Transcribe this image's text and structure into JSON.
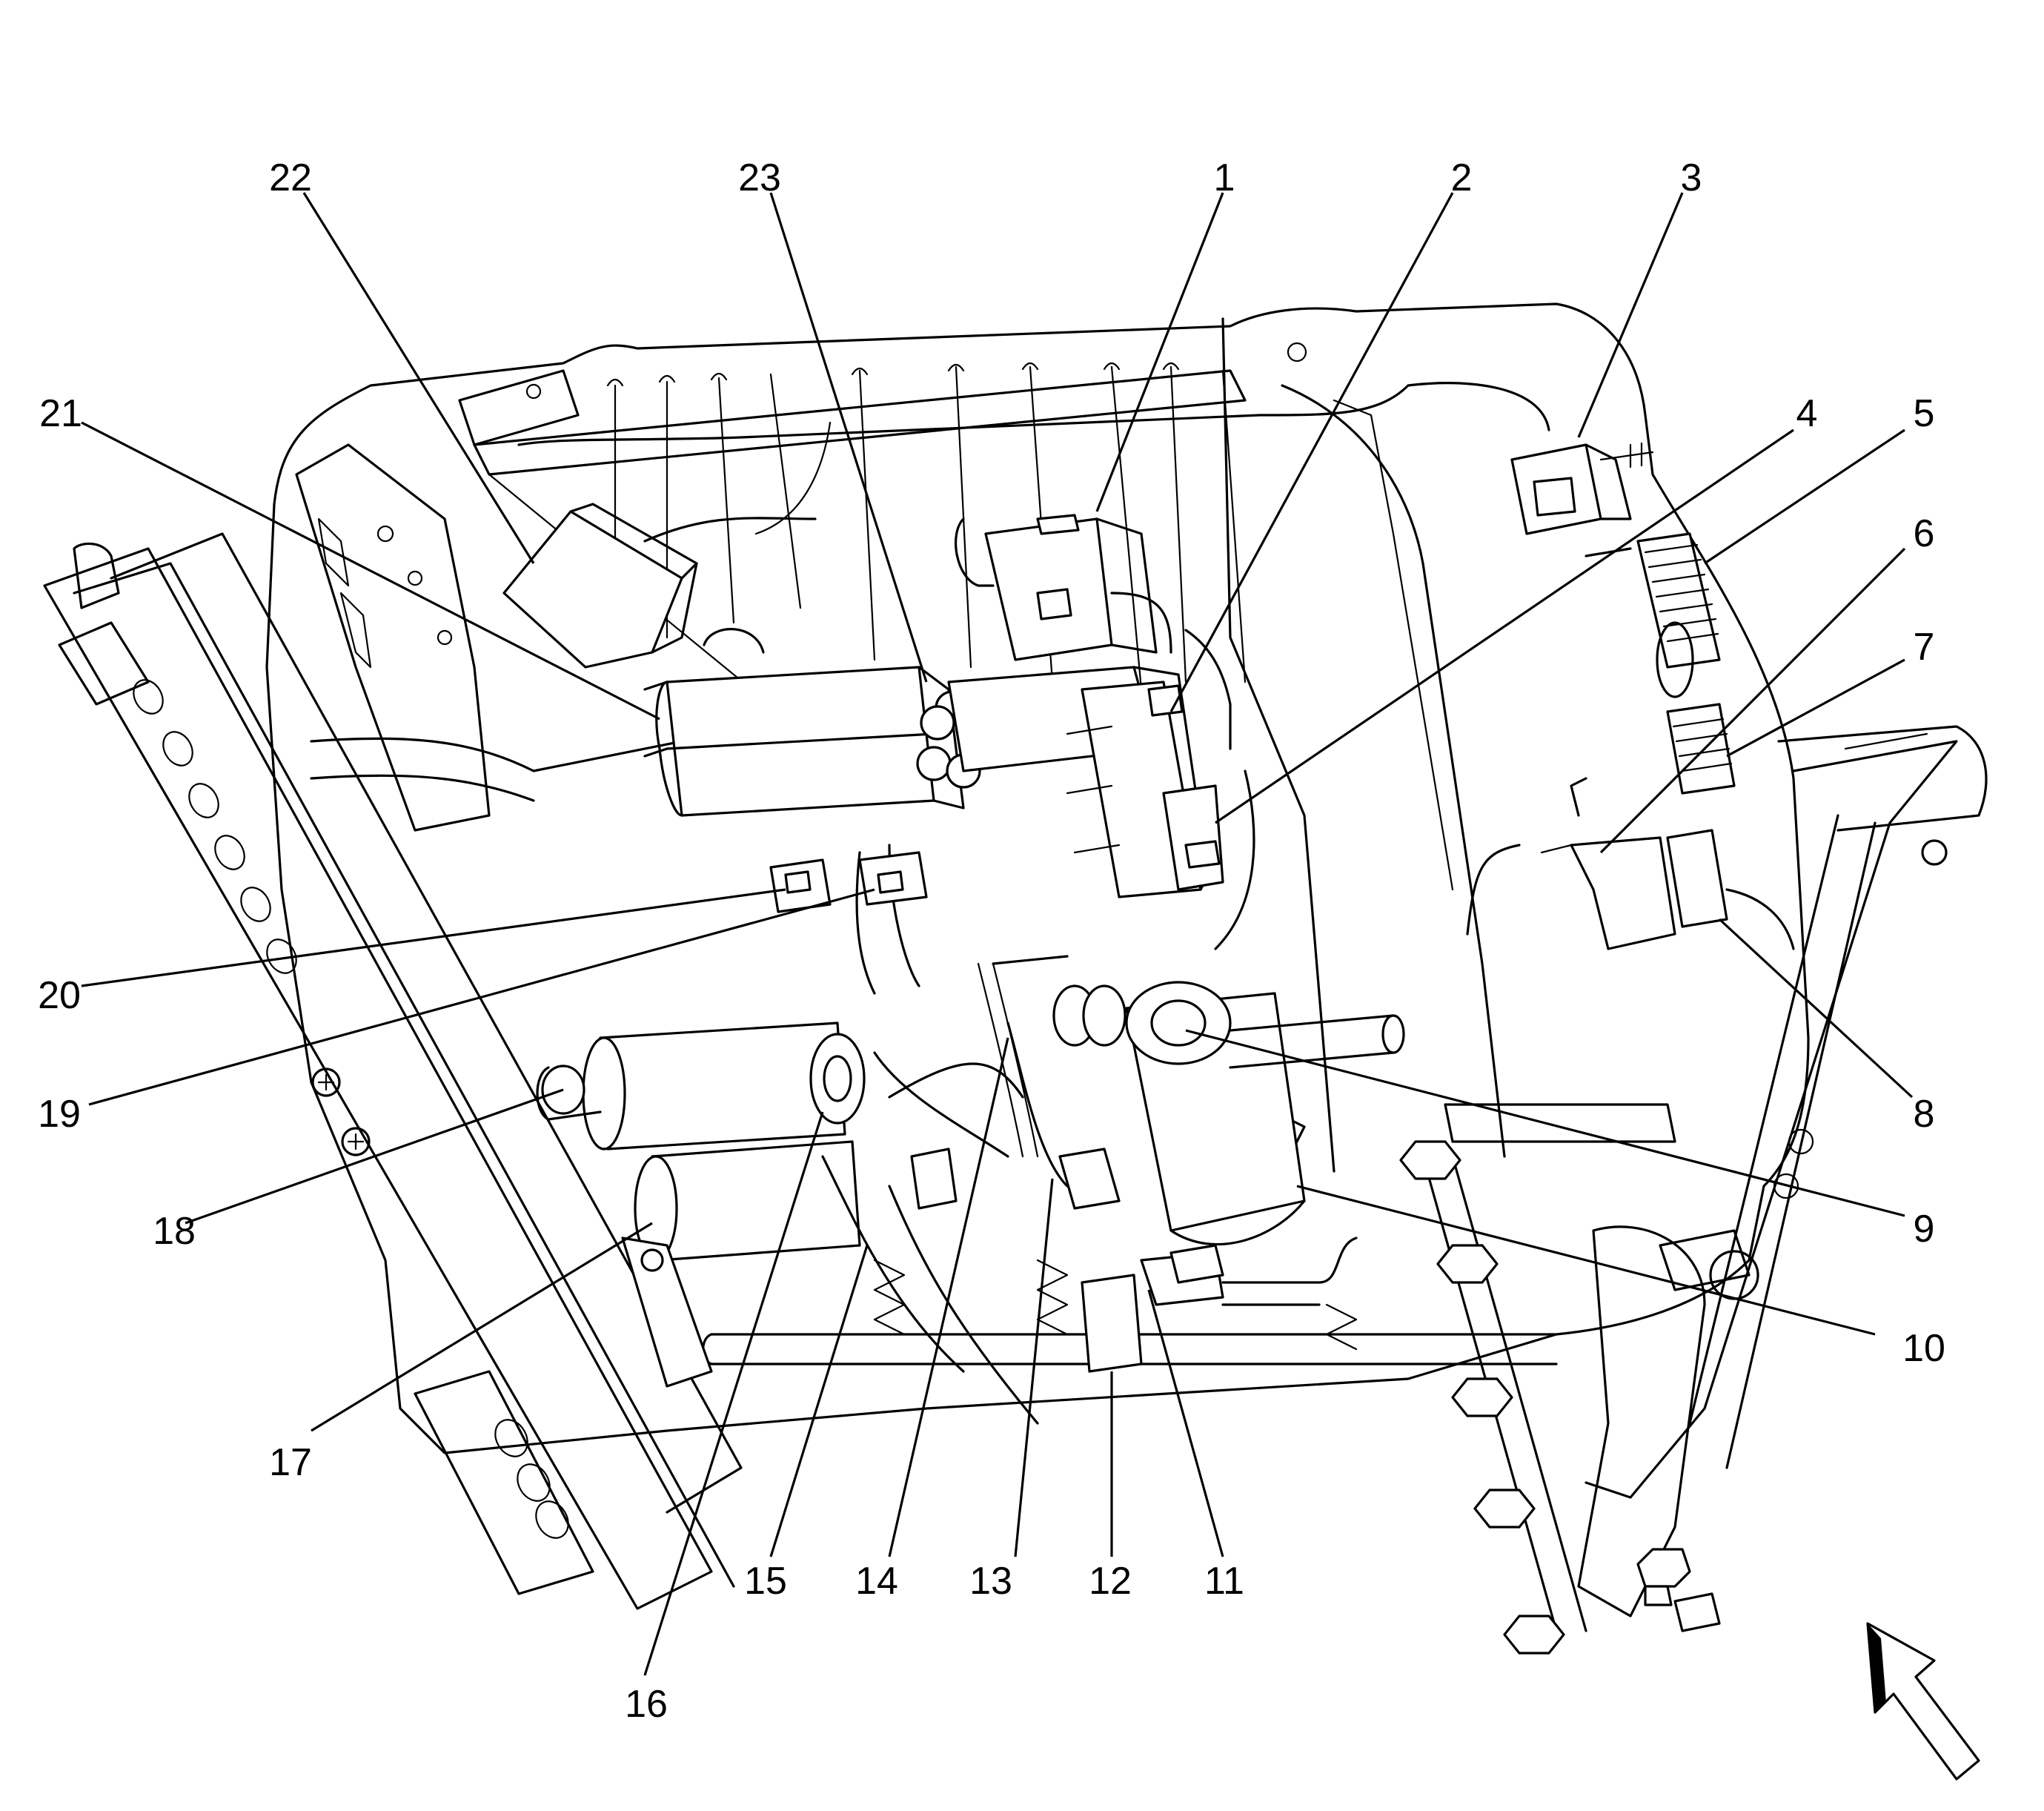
{
  "diagram": {
    "callouts": [
      {
        "id": "1",
        "text": "1"
      },
      {
        "id": "2",
        "text": "2"
      },
      {
        "id": "3",
        "text": "3"
      },
      {
        "id": "4",
        "text": "4"
      },
      {
        "id": "5",
        "text": "5"
      },
      {
        "id": "6",
        "text": "6"
      },
      {
        "id": "7",
        "text": "7"
      },
      {
        "id": "8",
        "text": "8"
      },
      {
        "id": "9",
        "text": "9"
      },
      {
        "id": "10",
        "text": "10"
      },
      {
        "id": "11",
        "text": "11"
      },
      {
        "id": "12",
        "text": "12"
      },
      {
        "id": "13",
        "text": "13"
      },
      {
        "id": "14",
        "text": "14"
      },
      {
        "id": "15",
        "text": "15"
      },
      {
        "id": "16",
        "text": "16"
      },
      {
        "id": "17",
        "text": "17"
      },
      {
        "id": "18",
        "text": "18"
      },
      {
        "id": "19",
        "text": "19"
      },
      {
        "id": "20",
        "text": "20"
      },
      {
        "id": "21",
        "text": "21"
      },
      {
        "id": "22",
        "text": "22"
      },
      {
        "id": "23",
        "text": "23"
      }
    ],
    "direction_arrow": "outlined-arrow-icon",
    "line_color": "#000000",
    "background": "#ffffff"
  }
}
